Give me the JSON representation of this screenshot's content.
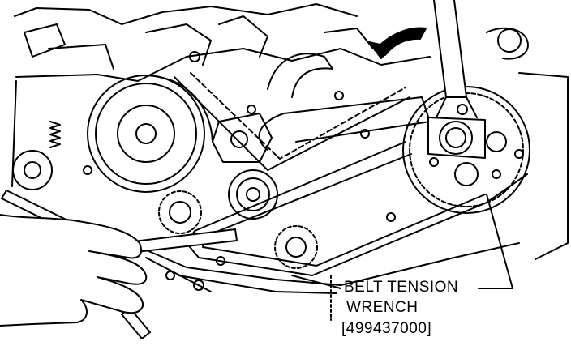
{
  "callout": {
    "line1": "BELT TENSION",
    "line2": "WRENCH",
    "part_number": "[499437000]"
  },
  "colors": {
    "ink": "#000000",
    "paper": "#ffffff"
  }
}
